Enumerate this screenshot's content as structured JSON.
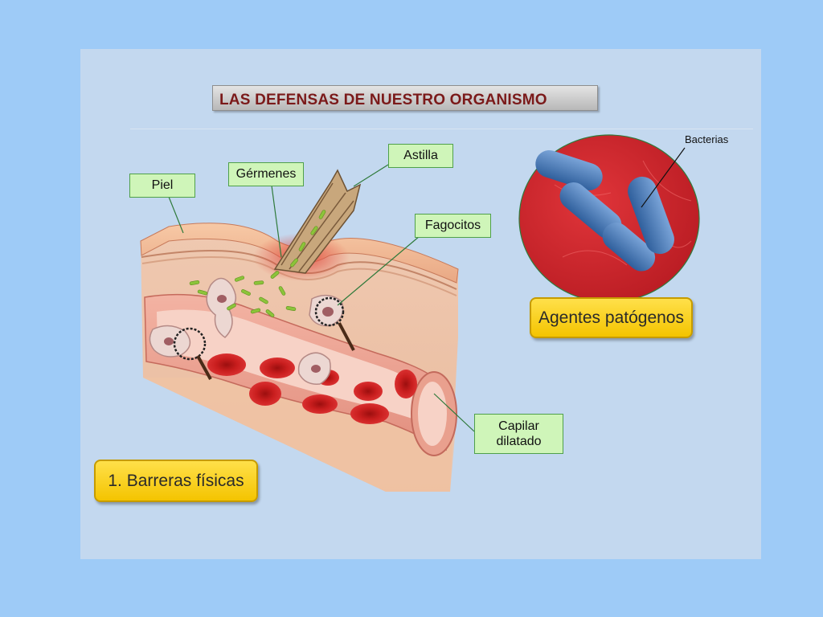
{
  "title": "LAS DEFENSAS DE NUESTRO ORGANISMO",
  "labels": {
    "piel": "Piel",
    "germenes": "Gérmenes",
    "astilla": "Astilla",
    "fagocitos": "Fagocitos",
    "capilar": "Capilar\ndilatado",
    "bacterias": "Bacterias"
  },
  "buttons": {
    "agentes": "Agentes patógenos",
    "barreras": "1. Barreras físicas"
  },
  "colors": {
    "background": "#9ecbf7",
    "slide": "#c3d8ef",
    "title_text": "#7b1a1a",
    "label_fill": "#cff5b9",
    "label_border": "#4fa04a",
    "button_fill": "#f4c400",
    "bacteria_bg": "#d8262b",
    "bacteria": "#3f74b3"
  }
}
